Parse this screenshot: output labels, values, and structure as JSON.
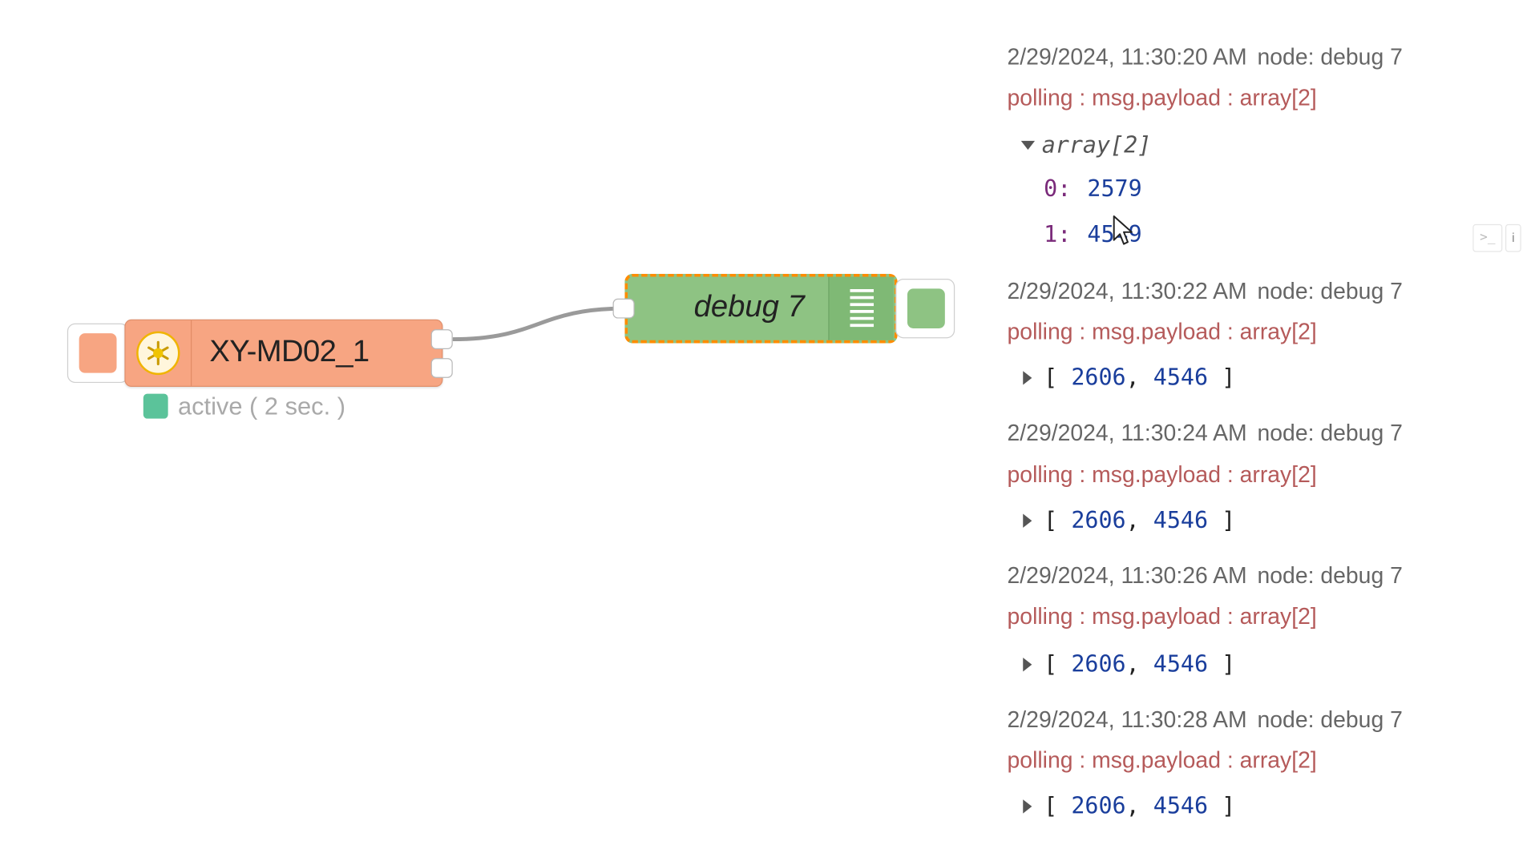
{
  "flow": {
    "inject_node": {
      "label": "XY-MD02_1",
      "status_text": "active ( 2 sec. )",
      "color": "#f7a582",
      "status_color": "#5bc39a"
    },
    "debug_node": {
      "label": "debug 7",
      "color": "#8ec383",
      "highlight_color": "#ff8c00"
    }
  },
  "debug_panel": {
    "messages": [
      {
        "timestamp": "2/29/2024, 11:30:20 AM",
        "node": "node: debug 7",
        "topic": "polling : msg.payload : array[2]",
        "expanded": true,
        "type_label": "array[2]",
        "items": [
          {
            "key": "0:",
            "value": "2579"
          },
          {
            "key": "1:",
            "value": "4549"
          }
        ]
      },
      {
        "timestamp": "2/29/2024, 11:30:22 AM",
        "node": "node: debug 7",
        "topic": "polling : msg.payload : array[2]",
        "expanded": false,
        "values": [
          "2606",
          "4546"
        ]
      },
      {
        "timestamp": "2/29/2024, 11:30:24 AM",
        "node": "node: debug 7",
        "topic": "polling : msg.payload : array[2]",
        "expanded": false,
        "values": [
          "2606",
          "4546"
        ]
      },
      {
        "timestamp": "2/29/2024, 11:30:26 AM",
        "node": "node: debug 7",
        "topic": "polling : msg.payload : array[2]",
        "expanded": false,
        "values": [
          "2606",
          "4546"
        ]
      },
      {
        "timestamp": "2/29/2024, 11:30:28 AM",
        "node": "node: debug 7",
        "topic": "polling : msg.payload : array[2]",
        "expanded": false,
        "values": [
          "2606",
          "4546"
        ]
      }
    ]
  },
  "side_tabs": {
    "terminal_icon": ">_",
    "info_icon": "i"
  },
  "icons": {
    "inject": "inject-icon",
    "debug_menu": "list-icon",
    "cursor": "pointer-cursor-icon"
  }
}
